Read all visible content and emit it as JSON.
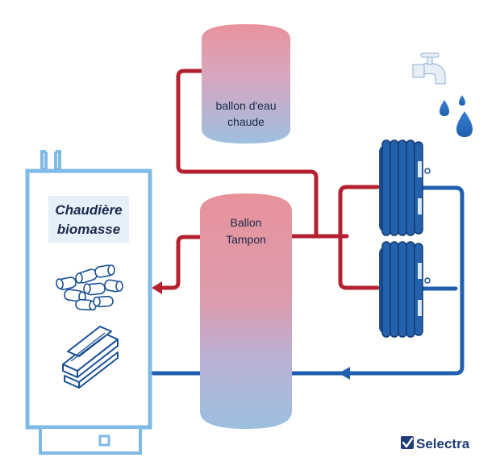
{
  "labels": {
    "hot_water_tank_line1": "ballon d'eau",
    "hot_water_tank_line2": "chaude",
    "buffer_tank_line1": "Ballon",
    "buffer_tank_line2": "Tampon",
    "boiler_line1": "Chaudière",
    "boiler_line2": "biomasse"
  },
  "brand": {
    "name": "Selectra"
  },
  "colors": {
    "hot_pipe": "#b5202e",
    "cold_pipe": "#1f5fae",
    "boiler_outline": "#7fb9e6",
    "boiler_label_bg": "#e6f0fa",
    "tank_top": "#e8929c",
    "tank_bottom": "#9dbfe0",
    "radiator": "#1a4f96",
    "text_dark": "#1b2a4a",
    "brand_color": "#1f3c78"
  },
  "icons": {
    "boiler_fuel_top": "wood-logs-icon",
    "boiler_fuel_bottom": "wood-planks-icon",
    "tap": "water-tap-icon",
    "drops": "water-drops-icon",
    "radiators": "radiator-icon",
    "brand_logo": "checkmark-logo-icon"
  }
}
